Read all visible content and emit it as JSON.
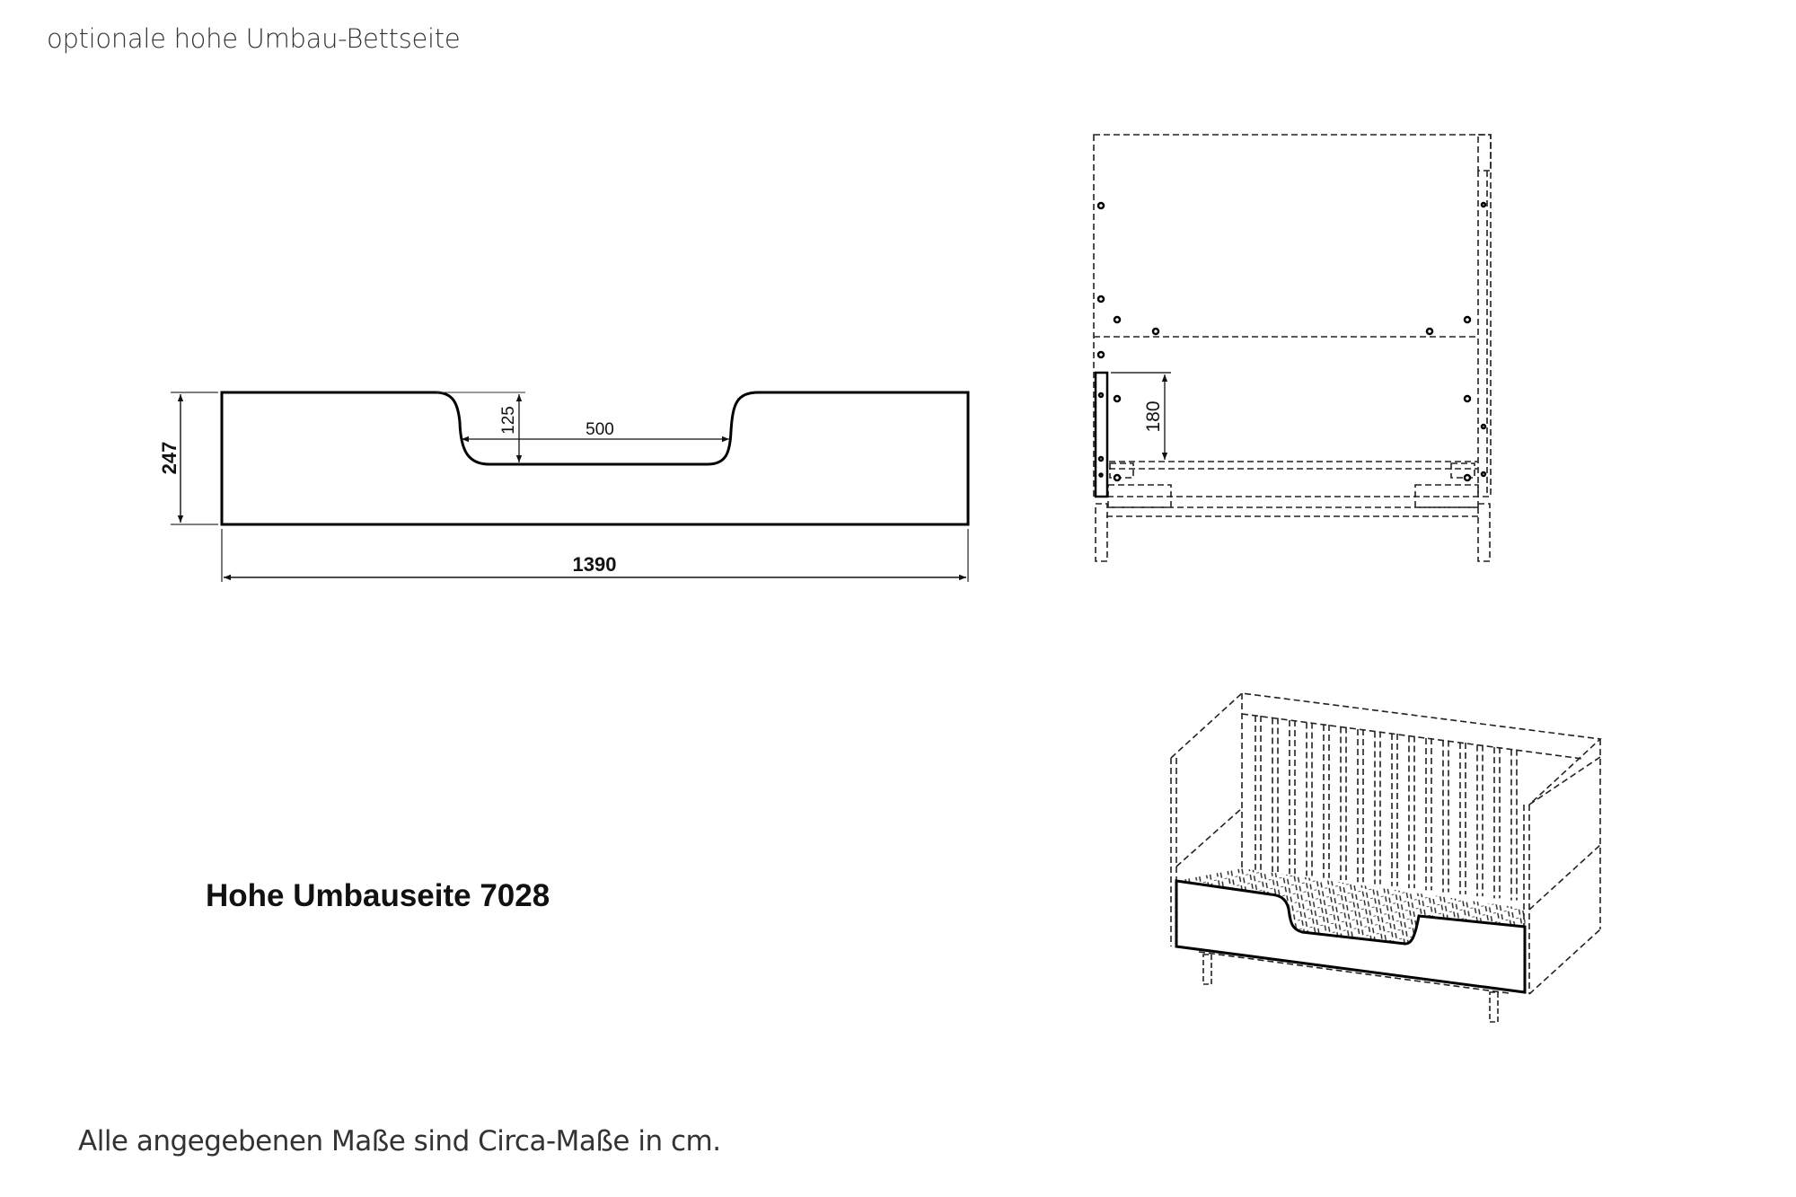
{
  "title": "optionale hohe Umbau-Bettseite",
  "product_label": "Hohe Umbauseite 7028",
  "footer_note": "Alle angegebenen Maße sind Circa-Maße in cm.",
  "dimensions": {
    "total_length": "1390",
    "height": "247",
    "cutout_width": "500",
    "cutout_depth": "125",
    "side_height": "180"
  }
}
